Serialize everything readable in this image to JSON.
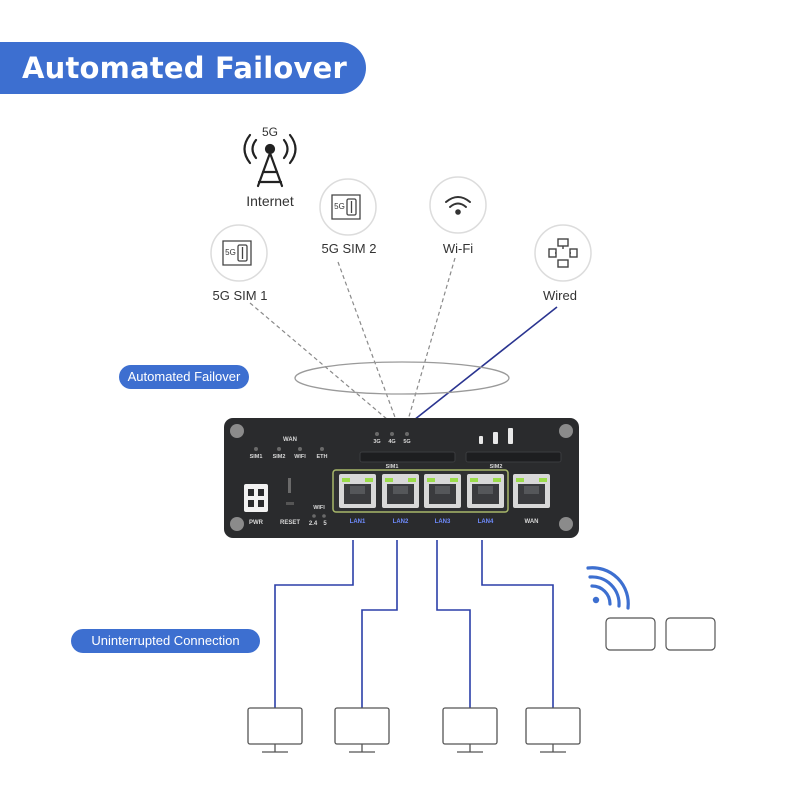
{
  "title": "Automated Failover",
  "tags": {
    "failover": "Automated Failover",
    "uninterrupted": "Uninterrupted Connection"
  },
  "sources": {
    "tower_band": "5G",
    "tower_label": "Internet",
    "sim1": "5G SIM 1",
    "sim2": "5G SIM 2",
    "wifi": "Wi-Fi",
    "wired": "Wired",
    "sim_chip_text": "5G"
  },
  "router": {
    "wan_group": "WAN",
    "indicators": [
      "SIM1",
      "SIM2",
      "WIFI",
      "ETH"
    ],
    "signal_leds": [
      "3G",
      "4G",
      "5G"
    ],
    "sim_slots": [
      "SIM1",
      "SIM2"
    ],
    "bottom_labels": [
      "PWR",
      "RESET"
    ],
    "wifi_leds_title": "WIFI",
    "wifi_leds": [
      "2.4",
      "5"
    ],
    "ports": [
      "LAN1",
      "LAN2",
      "LAN3",
      "LAN4",
      "WAN"
    ]
  },
  "colors": {
    "accent": "#3d6fd0",
    "wired_line": "#2a3490",
    "lan_line": "#2b3fa8",
    "router_body": "#2a2b2d",
    "port_led": "#9bdc4a"
  },
  "icons": [
    "cell-tower-icon",
    "sim-card-icon",
    "wifi-icon",
    "network-icon",
    "monitor-icon",
    "wifi-signal-icon",
    "wireless-device-icon"
  ]
}
